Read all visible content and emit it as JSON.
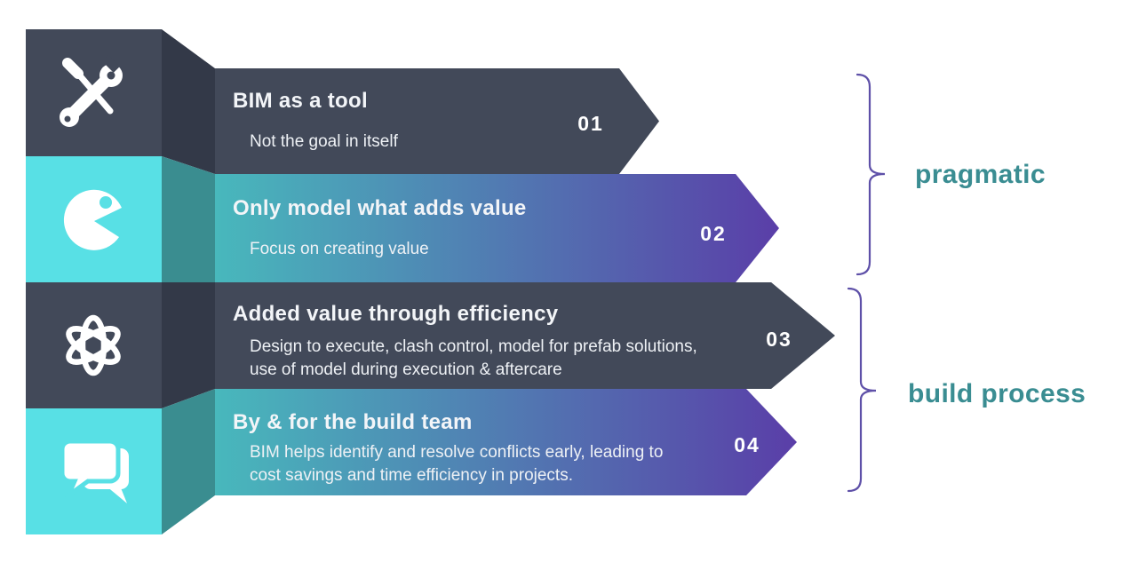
{
  "rows": [
    {
      "number": "01",
      "title": "BIM as a tool",
      "subtitle": "Not the goal in itself",
      "icon": "tools-icon",
      "style": "dark"
    },
    {
      "number": "02",
      "title": "Only model what adds value",
      "subtitle": "Focus on creating value",
      "icon": "pacman-icon",
      "style": "gradient"
    },
    {
      "number": "03",
      "title": "Added value through efficiency",
      "subtitle": "Design to execute, clash control, model for prefab solutions, use of model during execution & aftercare",
      "icon": "atom-icon",
      "style": "dark"
    },
    {
      "number": "04",
      "title": "By & for the build team",
      "subtitle": "BIM helps identify and resolve conflicts early, leading to cost savings and time efficiency in projects.",
      "icon": "chat-bubbles-icon",
      "style": "gradient"
    }
  ],
  "groups": [
    {
      "label": "pragmatic",
      "covers": [
        "01",
        "02"
      ]
    },
    {
      "label": "build process",
      "covers": [
        "03",
        "04"
      ]
    }
  ],
  "palette": {
    "dark_slate": "#424959",
    "dark_slate_side": "#333948",
    "teal_bright": "#58e0e5",
    "teal_side": "#3a8d90",
    "gradient_start": "#48b8bc",
    "gradient_end": "#5a3ea8",
    "brace": "#5e50a8",
    "group_label": "#3a8d92",
    "text": "#ffffff"
  }
}
